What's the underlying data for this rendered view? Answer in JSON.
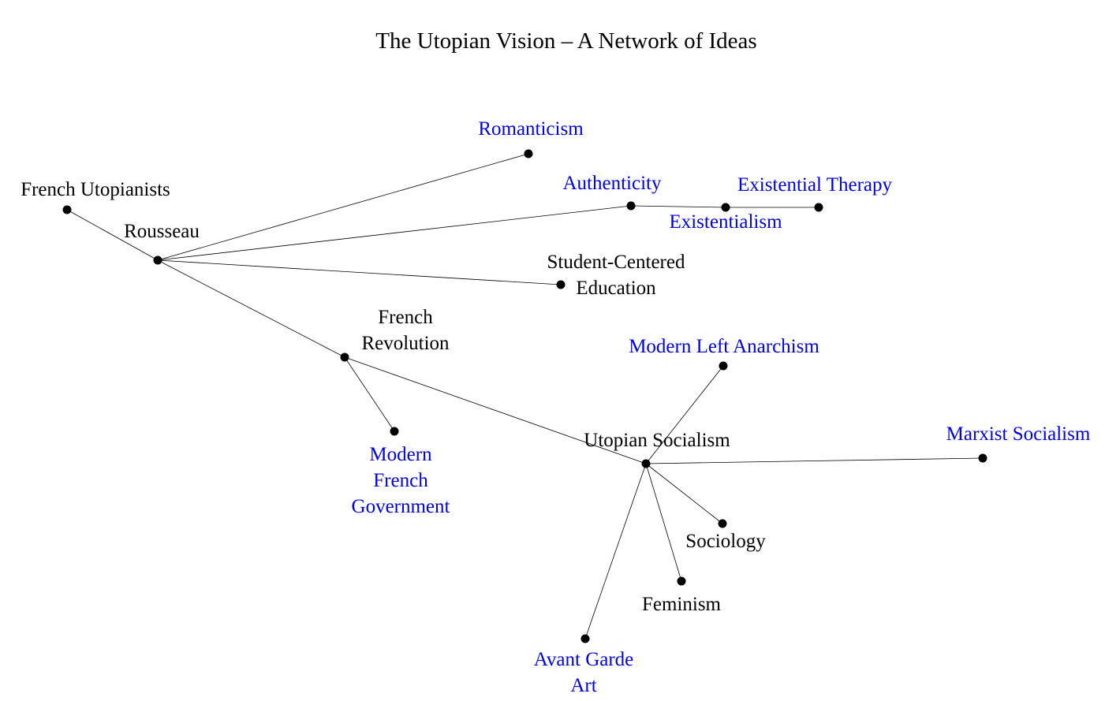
{
  "title": "The Utopian Vision – A Network of Ideas",
  "colors": {
    "origin": "#000000",
    "modern": "#0000ee",
    "edge": "#000000"
  },
  "nodes": [
    {
      "id": "french-utopianists",
      "lines": [
        "French Utopianists"
      ],
      "kind": "origin"
    },
    {
      "id": "rousseau",
      "lines": [
        "Rousseau"
      ],
      "kind": "origin"
    },
    {
      "id": "romanticism",
      "lines": [
        "Romanticism"
      ],
      "kind": "modern"
    },
    {
      "id": "authenticity",
      "lines": [
        "Authenticity"
      ],
      "kind": "modern"
    },
    {
      "id": "existentialism",
      "lines": [
        "Existentialism"
      ],
      "kind": "modern"
    },
    {
      "id": "existential-therapy",
      "lines": [
        "Existential Therapy"
      ],
      "kind": "modern"
    },
    {
      "id": "student-centered-education",
      "lines": [
        "Student-Centered",
        "Education"
      ],
      "kind": "origin"
    },
    {
      "id": "french-revolution",
      "lines": [
        "French",
        "Revolution"
      ],
      "kind": "origin"
    },
    {
      "id": "modern-french-government",
      "lines": [
        "Modern",
        "French",
        "Government"
      ],
      "kind": "modern"
    },
    {
      "id": "utopian-socialism",
      "lines": [
        "Utopian Socialism"
      ],
      "kind": "origin"
    },
    {
      "id": "modern-left-anarchism",
      "lines": [
        "Modern Left Anarchism"
      ],
      "kind": "modern"
    },
    {
      "id": "marxist-socialism",
      "lines": [
        "Marxist Socialism"
      ],
      "kind": "modern"
    },
    {
      "id": "sociology",
      "lines": [
        "Sociology"
      ],
      "kind": "origin"
    },
    {
      "id": "feminism",
      "lines": [
        "Feminism"
      ],
      "kind": "origin"
    },
    {
      "id": "avant-garde-art",
      "lines": [
        "Avant Garde",
        "Art"
      ],
      "kind": "modern"
    }
  ],
  "edges": [
    [
      "french-utopianists",
      "rousseau"
    ],
    [
      "rousseau",
      "romanticism"
    ],
    [
      "rousseau",
      "authenticity"
    ],
    [
      "authenticity",
      "existentialism"
    ],
    [
      "existentialism",
      "existential-therapy"
    ],
    [
      "rousseau",
      "student-centered-education"
    ],
    [
      "rousseau",
      "french-revolution"
    ],
    [
      "french-revolution",
      "modern-french-government"
    ],
    [
      "french-revolution",
      "utopian-socialism"
    ],
    [
      "utopian-socialism",
      "modern-left-anarchism"
    ],
    [
      "utopian-socialism",
      "marxist-socialism"
    ],
    [
      "utopian-socialism",
      "sociology"
    ],
    [
      "utopian-socialism",
      "feminism"
    ],
    [
      "utopian-socialism",
      "avant-garde-art"
    ]
  ]
}
